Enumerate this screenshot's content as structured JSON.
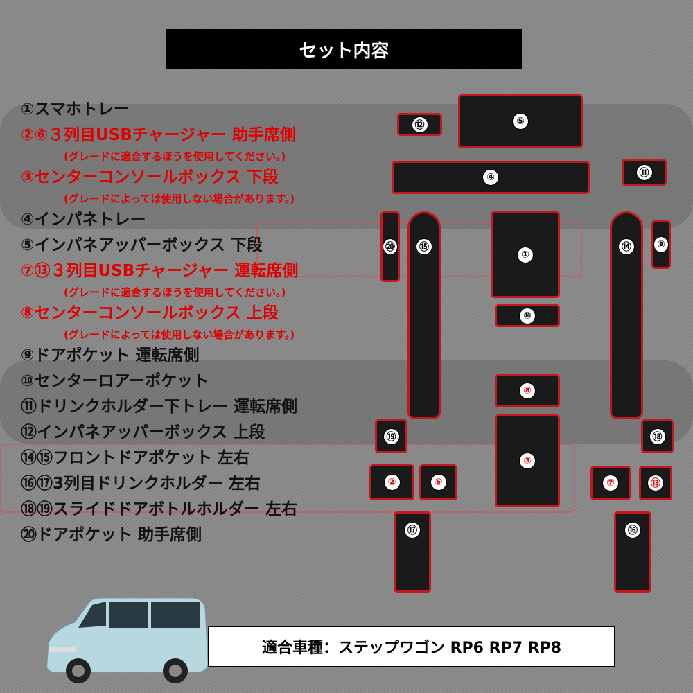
{
  "title": "セット内容",
  "items": [
    {
      "text": "①スマホトレー",
      "color": "#111111"
    },
    {
      "text": "②⑥３列目USBチャージャー 助手席側",
      "color": "#e00000",
      "note": "(グレードに適合するほうを使用してください。)"
    },
    {
      "text": "③センターコンソールボックス 下段",
      "color": "#e00000",
      "note": "(グレードによっては使用しない場合があります。)"
    },
    {
      "text": "④インパネトレー",
      "color": "#111111"
    },
    {
      "text": "⑤インパネアッパーボックス 下段",
      "color": "#111111"
    },
    {
      "text": "⑦⑬３列目USBチャージャー 運転席側",
      "color": "#e00000",
      "note": "(グレードに適合するほうを使用してください。)"
    },
    {
      "text": "⑧センターコンソールボックス 上段",
      "color": "#e00000",
      "note": "(グレードによっては使用しない場合があります。)"
    },
    {
      "text": "⑨ドアポケット 運転席側",
      "color": "#111111"
    },
    {
      "text": "⑩センターロアーポケット",
      "color": "#111111"
    },
    {
      "text": "⑪ドリンクホルダー下トレー 運転席側",
      "color": "#111111"
    },
    {
      "text": "⑫インパネアッパーボックス 上段",
      "color": "#111111"
    },
    {
      "text": "⑭⑮フロントドアポケット 左右",
      "color": "#111111"
    },
    {
      "text": "⑯⑰3列目ドリンクホルダー 左右",
      "color": "#111111"
    },
    {
      "text": "⑱⑲スライドドアボトルホルダー 左右",
      "color": "#111111"
    },
    {
      "text": "⑳ドアポケット 助手席側",
      "color": "#111111"
    }
  ],
  "mats": {
    "m1": "①",
    "m2": "②",
    "m3": "③",
    "m4": "④",
    "m5": "⑤",
    "m6": "⑥",
    "m7": "⑦",
    "m8": "⑧",
    "m9": "⑨",
    "m10": "⑩",
    "m11": "⑪",
    "m12": "⑫",
    "m13": "⑬",
    "m14": "⑭",
    "m15": "⑮",
    "m16": "⑯",
    "m17": "⑰",
    "m18": "⑱",
    "m19": "⑲",
    "m20": "⑳"
  },
  "fit": "適合車種：ステップワゴン RP6 RP7 RP8",
  "accent": "#c8161e"
}
